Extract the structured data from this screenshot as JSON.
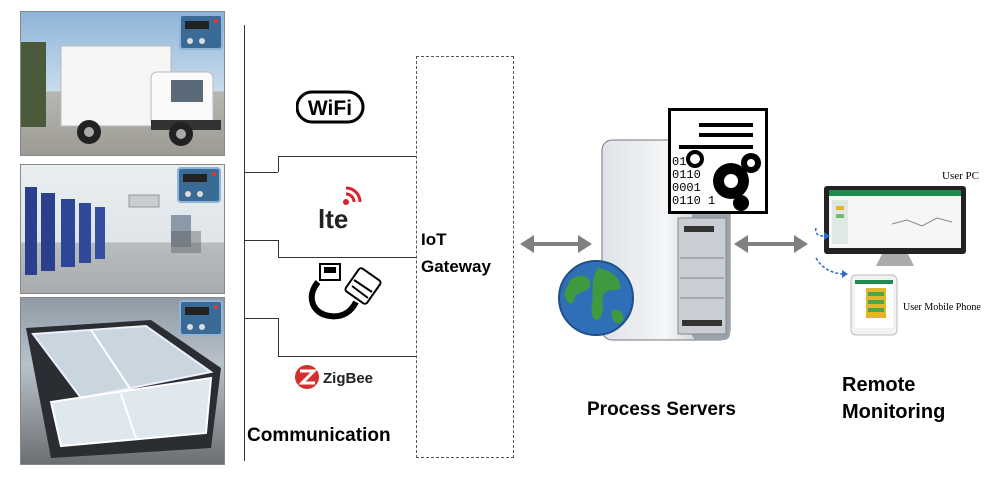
{
  "labels": {
    "communication": "Communication",
    "gateway": "IoT\nGateway",
    "process_servers": "Process Servers",
    "remote_monitoring": "Remote\nMonitoring",
    "user_pc": "User PC",
    "user_mobile": "User Mobile Phone"
  },
  "logos": {
    "wifi": "WiFi",
    "lte": "lte",
    "zigbee": "ZigBee"
  },
  "server_code": [
    "01",
    "0110",
    "0001",
    "0110 1"
  ],
  "colors": {
    "controller": "#3a6b96",
    "arrow": "#808080",
    "globe_ocean": "#2f6fb7",
    "globe_land": "#3f9a3f",
    "lte_red": "#d9232d",
    "zigbee_red": "#d32f2f",
    "monitor_green": "#1e8a4e"
  }
}
